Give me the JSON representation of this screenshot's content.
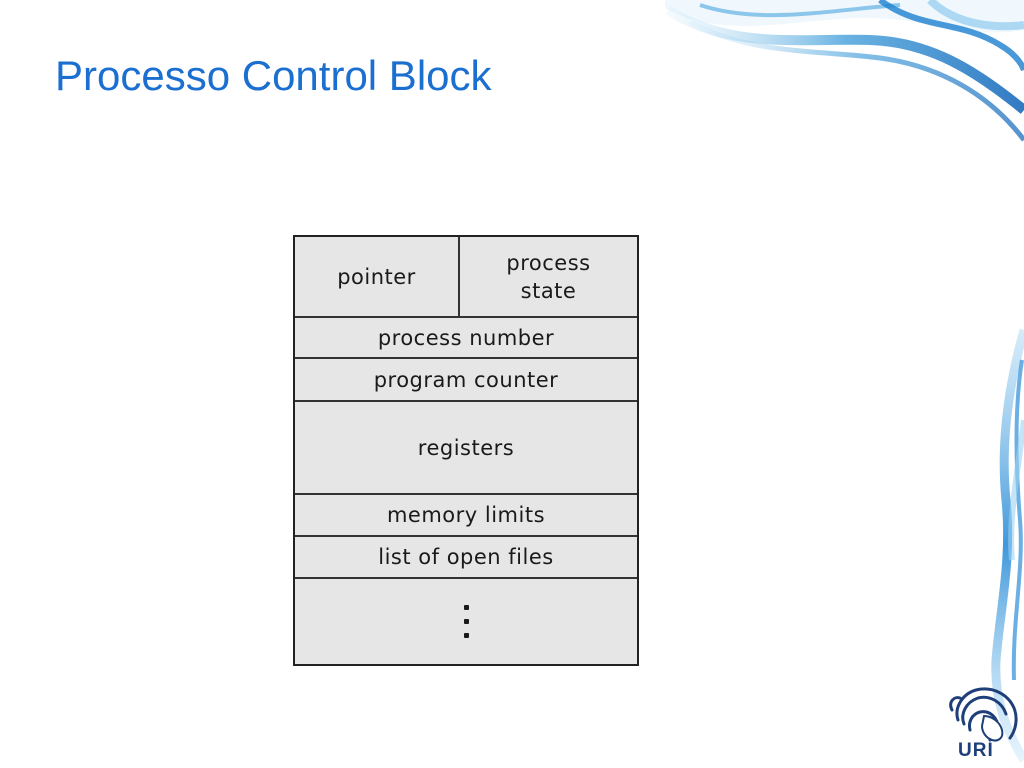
{
  "slide": {
    "title": "Processo Control Block",
    "title_color": "#1a6fd0",
    "accent_color": "#1a7fd6"
  },
  "pcb": {
    "pointer": "pointer",
    "process_state_line1": "process",
    "process_state_line2": "state",
    "process_number": "process number",
    "program_counter": "program counter",
    "registers": "registers",
    "memory_limits": "memory limits",
    "open_files": "list of open files",
    "continuation_icon": "vertical-ellipsis-icon"
  },
  "logo": {
    "text": "URI",
    "icon": "uri-emblem-icon",
    "color": "#1f3f7a"
  },
  "decorations": {
    "smoke_icon": "blue-smoke-swirl-icon"
  }
}
